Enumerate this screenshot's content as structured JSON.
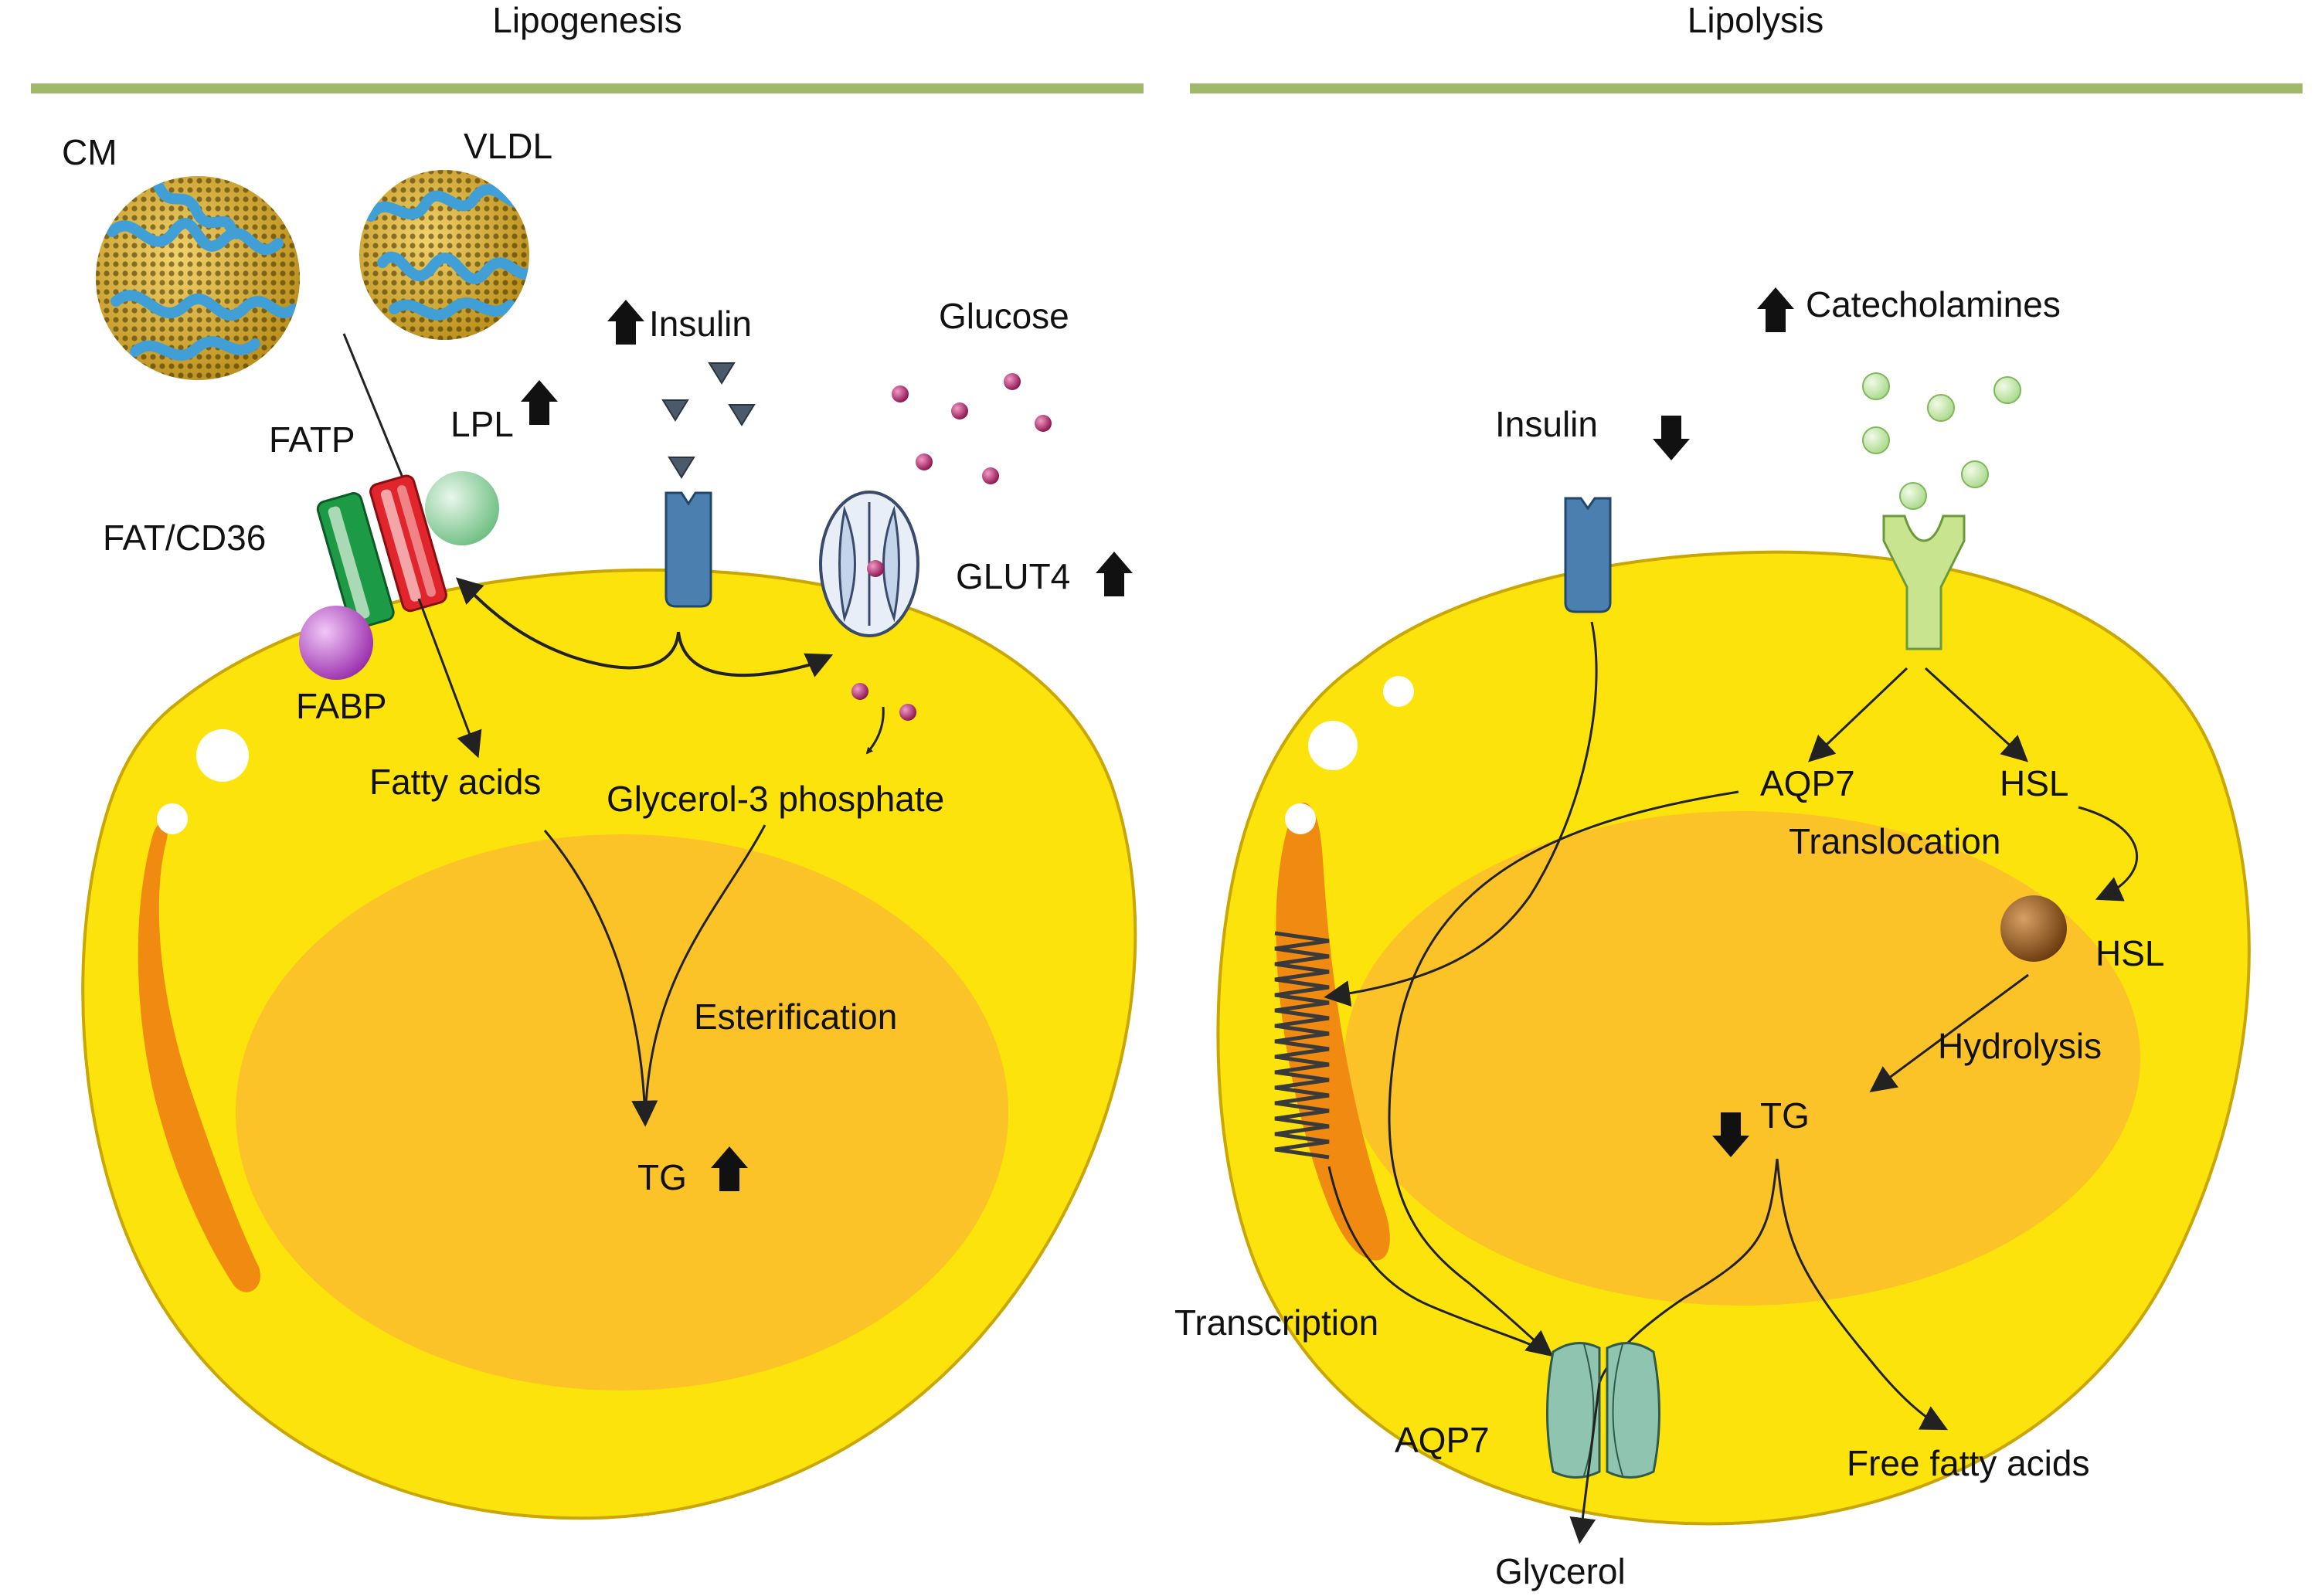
{
  "panels": {
    "left": {
      "title": "Lipogenesis",
      "labels": {
        "cm": "CM",
        "vldl": "VLDL",
        "insulin": "Insulin",
        "glucose": "Glucose",
        "lpl": "LPL",
        "fatp": "FATP",
        "fat_cd36": "FAT/CD36",
        "glut4": "GLUT4",
        "fabp": "FABP",
        "fatty_acids": "Fatty acids",
        "glycerol_3_phosphate": "Glycerol-3 phosphate",
        "esterification": "Esterification",
        "tg": "TG"
      },
      "regulation": {
        "insulin": "up",
        "lpl": "up",
        "glut4": "up",
        "tg": "up"
      }
    },
    "right": {
      "title": "Lipolysis",
      "labels": {
        "catecholamines": "Catecholamines",
        "insulin": "Insulin",
        "aqp7_top": "AQP7",
        "hsl_top": "HSL",
        "translocation": "Translocation",
        "hsl_active": "HSL",
        "hydrolysis": "Hydrolysis",
        "tg": "TG",
        "transcription": "Transcription",
        "aqp7_channel": "AQP7",
        "free_fatty_acids": "Free fatty acids",
        "glycerol": "Glycerol"
      },
      "regulation": {
        "catecholamines": "up",
        "insulin": "down",
        "tg": "down"
      }
    }
  },
  "colors": {
    "header_rule": "#9fb86a",
    "cell": "#fbe30b",
    "cell_edge": "#c9a600",
    "nucleus": "#fbc327",
    "mito": "#f08a10",
    "receptor_blue": "#4a7fb0",
    "receptor_green": "#c9e48f",
    "fatp_red": "#e0262c",
    "cd36_green": "#1d9a45",
    "fabp_purple": "#b24fc1",
    "lpl_green": "#9fd9a9",
    "glucose_dot": "#a0185a",
    "catechol_dot": "#c3e6a0",
    "hsl_brown": "#8a4f14",
    "aqp7_teal": "#8fc5b0"
  }
}
